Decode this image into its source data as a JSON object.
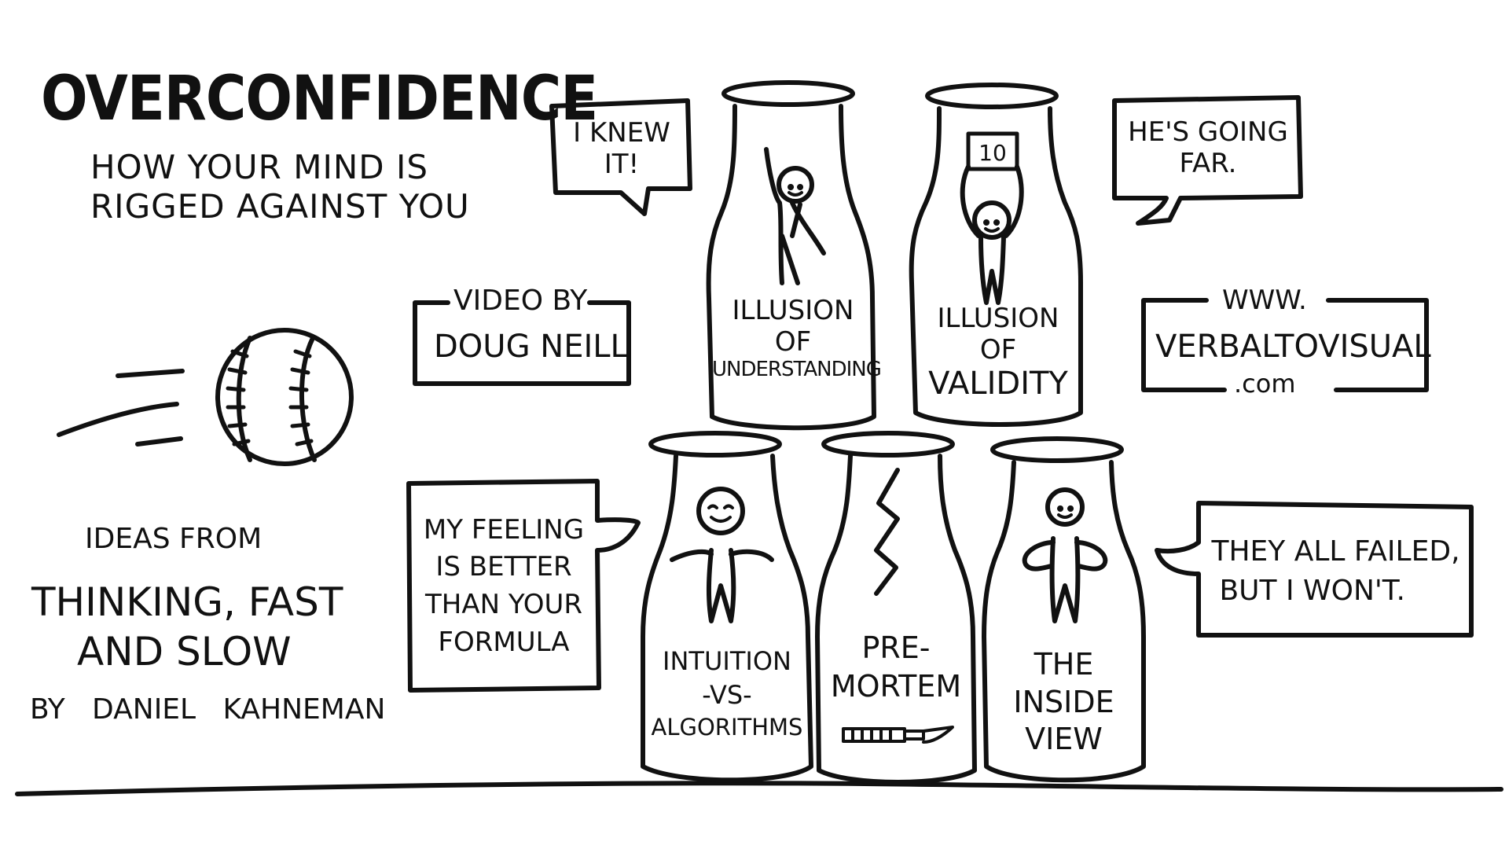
{
  "title": "OVERCONFIDENCE",
  "subtitle": [
    "HOW YOUR MIND IS",
    "RIGGED AGAINST YOU"
  ],
  "video_credit": [
    "VIDEO BY",
    "DOUG NEILL"
  ],
  "website": [
    "WWW.",
    "VERBALTOVISUAL",
    ".COM"
  ],
  "book": {
    "intro": "IDEAS FROM",
    "title_lines": [
      "THINKING, FAST",
      "AND SLOW"
    ],
    "author": "BY   DANIEL   KAHNEMAN"
  },
  "bottles": {
    "illusion_of_understanding": [
      "ILLUSION",
      "OF",
      "UNDERSTANDING"
    ],
    "illusion_of_validity": [
      "ILLUSION",
      "OF",
      "VALIDITY"
    ],
    "intuition_vs_algorithms": [
      "INTUITION",
      "-VS-",
      "ALGORITHMS"
    ],
    "pre_mortem": [
      "PRE-",
      "MORTEM"
    ],
    "inside_view": [
      "THE",
      "INSIDE",
      "VIEW"
    ]
  },
  "score_card": "10",
  "speech_bubbles": {
    "knew_it": [
      "I KNEW",
      "IT!"
    ],
    "going_far": [
      "HE'S GOING",
      "FAR."
    ],
    "feeling": [
      "MY FEELING",
      "IS BETTER",
      "THAN YOUR",
      "FORMULA"
    ],
    "failed": [
      "THEY ALL FAILED,",
      "BUT I WON'T."
    ]
  }
}
